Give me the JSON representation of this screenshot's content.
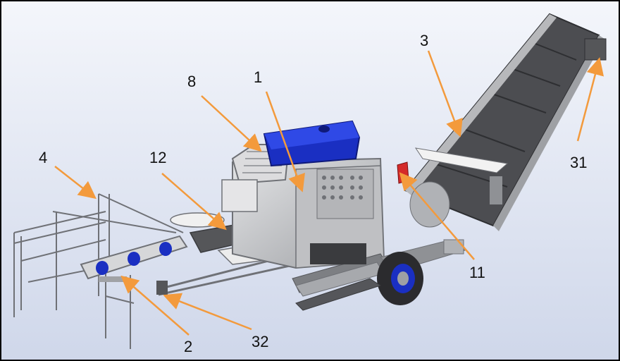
{
  "colors": {
    "background_top": "#f4f6fb",
    "background_bottom": "#cfd7ea",
    "arrow": "#f39a3c",
    "frame_border": "#000000",
    "tank_blue": "#1a2fc2",
    "metal": "#c9cacc",
    "belt": "#55565a"
  },
  "callouts": [
    {
      "id": "1",
      "text": "1"
    },
    {
      "id": "2",
      "text": "2"
    },
    {
      "id": "3",
      "text": "3"
    },
    {
      "id": "4",
      "text": "4"
    },
    {
      "id": "8",
      "text": "8"
    },
    {
      "id": "11",
      "text": "11"
    },
    {
      "id": "12",
      "text": "12"
    },
    {
      "id": "31",
      "text": "31"
    },
    {
      "id": "32",
      "text": "32"
    }
  ]
}
